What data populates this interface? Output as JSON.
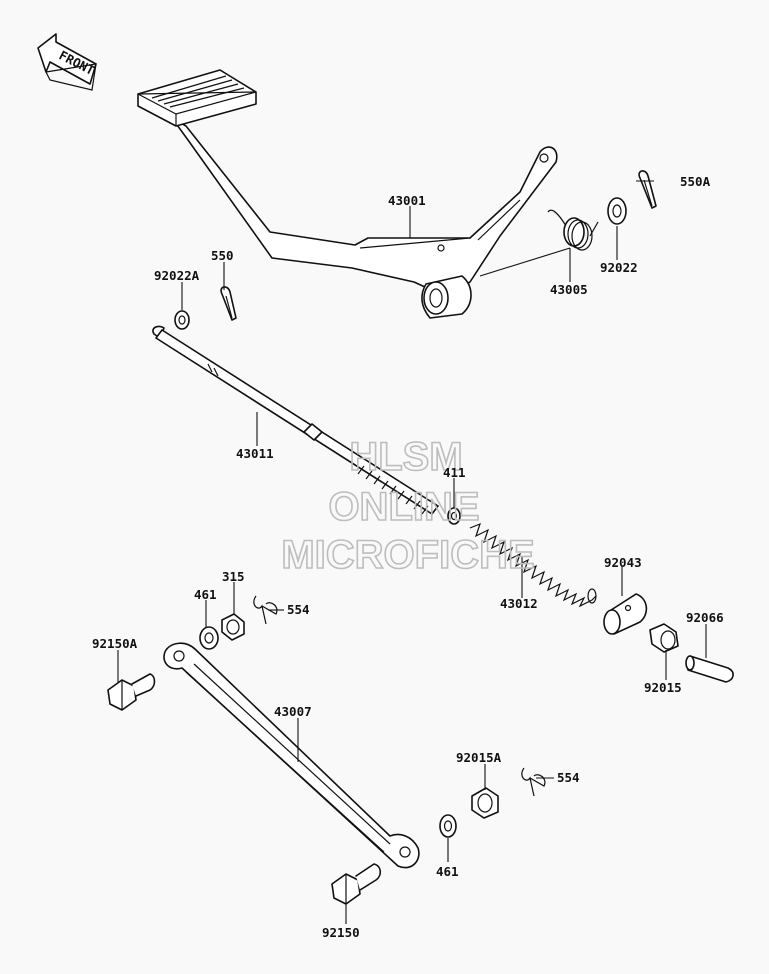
{
  "diagram": {
    "front_label": "FRONT",
    "watermark": [
      "HLSM",
      "ONLINE",
      "MICROFICHE"
    ],
    "callouts": {
      "p43001": "43001",
      "p550a": "550A",
      "p92022": "92022",
      "p43005": "43005",
      "p550": "550",
      "p92022a": "92022A",
      "p43011": "43011",
      "p411": "411",
      "p43012": "43012",
      "p92043": "92043",
      "p92066": "92066",
      "p92015": "92015",
      "p315": "315",
      "p461_top": "461",
      "p554_top": "554",
      "p92150a": "92150A",
      "p43007": "43007",
      "p92015a": "92015A",
      "p554_bottom": "554",
      "p461_bottom": "461",
      "p92150": "92150"
    }
  }
}
